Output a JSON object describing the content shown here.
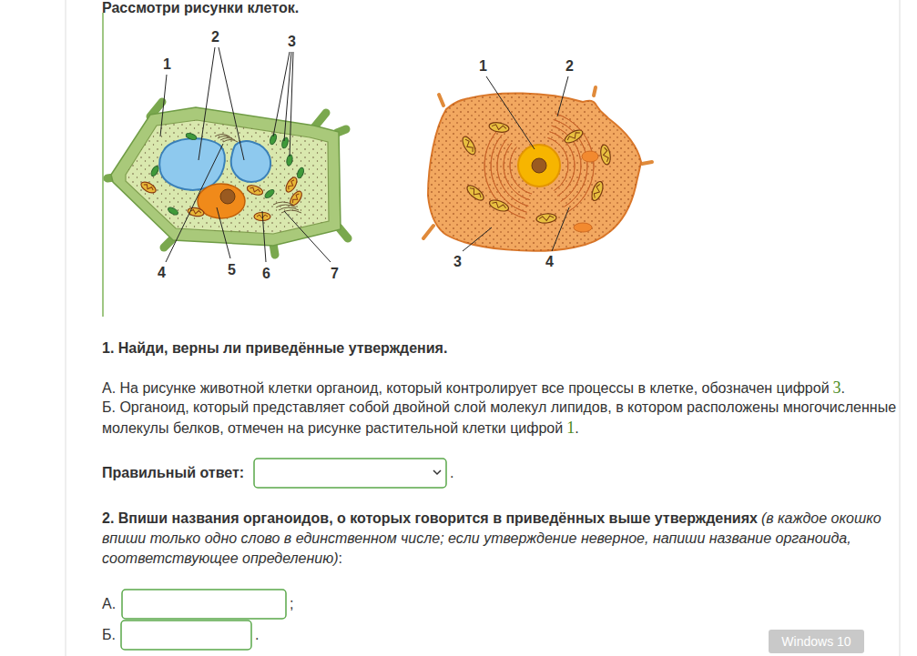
{
  "diagram": {
    "title": "Рассмотри рисунки клеток.",
    "nodes": [
      {
        "text": [
          "Windows 10"
        ]
      }
    ],
    "labels": [
      "1",
      "2",
      "3",
      "4",
      "5",
      "6",
      "7",
      "1",
      "2",
      "3",
      "4",
      "1. Найди, верны ли приведённые утверждения.",
      "А. На рисунке животной клетки органоид, который контролирует все процессы в клетке, обозначен цифрой",
      "3",
      ".",
      "Б. Органоид, который представляет собой двойной слой молекул липидов, в котором расположены многочисленные молекулы белков, отмечен на рисунке растительной клетки цифрой",
      "1",
      ".",
      "Правильный ответ:",
      ".",
      "2. Впиши названия органоидов, о которых говорится в приведённых выше утверждениях",
      "(в каждое окошко впиши только одно слово в единственном числе; если утверждение неверное, напиши название органоида, соответствующее определению)",
      ":",
      "А.",
      ";",
      "Б.",
      "."
    ]
  }
}
